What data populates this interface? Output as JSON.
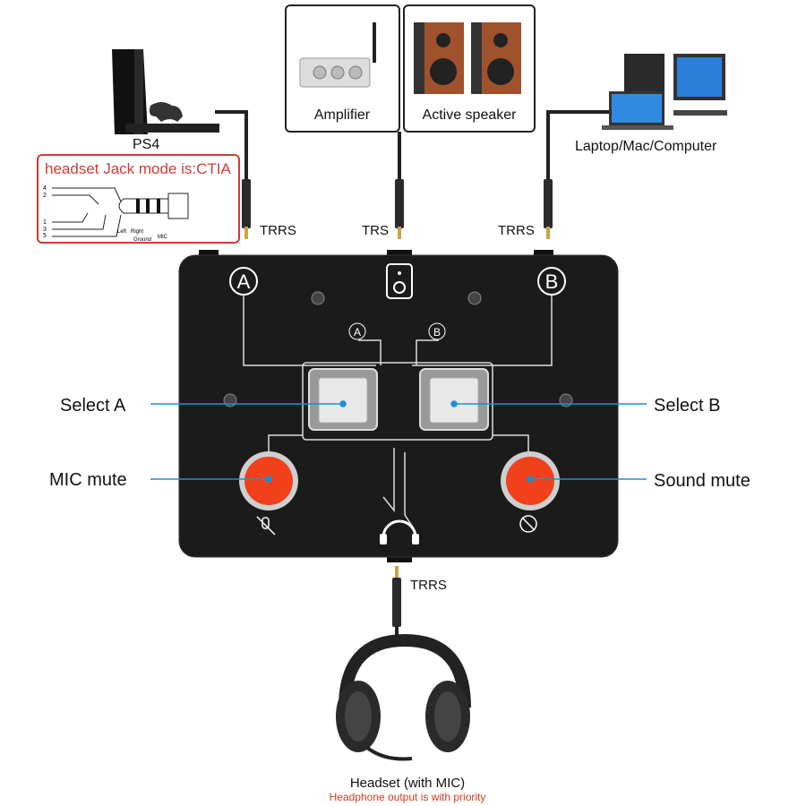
{
  "devices": {
    "ps4": "PS4",
    "amplifier": "Amplifier",
    "active_speaker": "Active speaker",
    "computer": "Laptop/Mac/Computer",
    "headset": "Headset (with MIC)",
    "headset_note": "Headphone output is with priority"
  },
  "jack_box": {
    "title": "headset Jack mode is:CTIA",
    "pins": [
      "4",
      "2",
      "1",
      "3",
      "5"
    ],
    "segments": [
      "Left",
      "Right",
      "Ground",
      "MIC"
    ]
  },
  "connectors": {
    "left": "TRRS",
    "center": "TRS",
    "right": "TRRS",
    "bottom": "TRRS"
  },
  "panel": {
    "port_a": "A",
    "port_b": "B",
    "small_a": "A",
    "small_b": "B"
  },
  "callouts": {
    "select_a": "Select A",
    "select_b": "Select B",
    "mic_mute": "MIC mute",
    "sound_mute": "Sound mute"
  },
  "colors": {
    "device_body": "#1b1b1b",
    "mute_button": "#f0401c",
    "callout_line": "#1f8fd0",
    "note_red": "#d23a1e",
    "box_border": "#d23a3a"
  }
}
